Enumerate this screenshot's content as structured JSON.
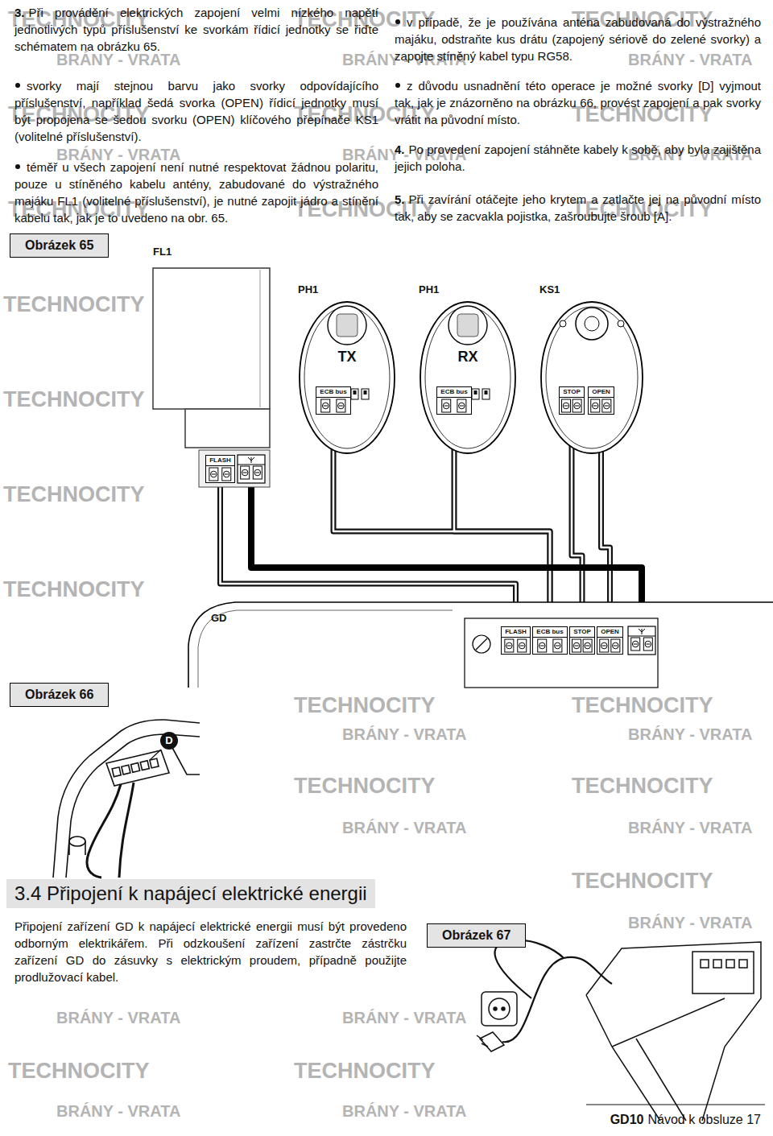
{
  "diagram": {
    "nodes": [
      {
        "text": [
          "Obrázek 65"
        ]
      },
      {
        "text": [
          "FL1"
        ]
      },
      {
        "text": [
          "FLASH"
        ],
        "in": 1
      },
      {
        "text": [
          "PH1",
          "TX"
        ]
      },
      {
        "text": [
          "ECB bus"
        ],
        "in": 3
      },
      {
        "text": [
          "PH1",
          "RX"
        ]
      },
      {
        "text": [
          "ECB bus"
        ],
        "in": 5
      },
      {
        "text": [
          "KS1"
        ]
      },
      {
        "text": [
          "STOP"
        ],
        "in": 7
      },
      {
        "text": [
          "OPEN"
        ],
        "in": 7
      },
      {
        "text": [
          "GD"
        ]
      },
      {
        "text": [
          "FLASH"
        ],
        "in": 10
      },
      {
        "text": [
          "ECB bus"
        ],
        "in": 10
      },
      {
        "text": [
          "STOP"
        ],
        "in": 10
      },
      {
        "text": [
          "OPEN"
        ],
        "in": 10
      },
      {
        "text": [
          "Obrázek 66"
        ]
      },
      {
        "text": [
          "Obrázek 67"
        ]
      }
    ],
    "edges": [
      {
        "from": 2,
        "to": 11,
        "arrow": "none"
      },
      {
        "from": 4,
        "to": 12,
        "arrow": "none"
      },
      {
        "from": 6,
        "to": 12,
        "arrow": "none"
      },
      {
        "from": 8,
        "to": 13,
        "arrow": "none"
      },
      {
        "from": 9,
        "to": 14,
        "arrow": "none"
      }
    ],
    "labels": [
      "3.",
      "Při provádění elektrických zapojení velmi nízkého napětí jednotlivých typů příslušenství ke svorkám řídicí jednotky se řiďte schématem na obrázku 65.",
      "svorky mají stejnou barvu jako svorky odpovídajícího příslušenství, například šedá svorka (OPEN) řídicí jednotky musí být propojena se šedou svorku (OPEN) klíčového přepínače KS1 (volitelné příslušenství).",
      "téměř u všech zapojení není nutné respektovat žádnou polaritu, pouze u stíněného kabelu antény, zabudované do výstražného majáku FL1 (volitelné příslušenství), je nutné zapojit jádro a stínění kabelu tak, jak je to uvedeno na obr. 65.",
      "v případě, že je používána anténa zabudovaná do výstražného majáku, odstraňte kus drátu (zapojený sériově do zelené svorky) a zapojte stíněný kabel typu RG58.",
      "z důvodu usnadnění této operace je možné svorky [D] vyjmout tak, jak je znázorněno na obrázku 66, provést zapojení a pak svorky vrátit na původní místo.",
      "4.",
      "Po provedení zapojení stáhněte kabely k sobě, aby byla zajištěna jejich poloha.",
      "5.",
      "Při zavírání otáčejte jeho krytem a zatlačte jej na původní místo tak, aby se zacvakla pojistka, zašroubujte šroub [A].",
      "D",
      "3.4 Připojení k napájecí elektrické energii",
      "Připojení zařízení GD k napájecí elektrické energii musí být provedeno odborným elektrikářem. Při odzkoušení zařízení zastrčte zástrčku zařízení GD do zásuvky s elektrickým proudem, případně použijte prodlužovací kabel.",
      "GD10",
      "Návod k obsluze 17",
      "TECHNOCITY",
      "TECHNOCITY",
      "TECHNOCITY",
      "BRÁNY - VRATA",
      "BRÁNY - VRATA",
      "BRÁNY - VRATA",
      "TECHNOCITY",
      "TECHNOCITY",
      "TECHNOCITY",
      "BRÁNY - VRATA",
      "BRÁNY - VRATA",
      "BRÁNY - VRATA",
      "TECHNOCITY",
      "TECHNOCITY",
      "TECHNOCITY",
      "TECHNOCITY",
      "TECHNOCITY",
      "TECHNOCITY",
      "TECHNOCITY",
      "TECHNOCITY",
      "TECHNOCITY",
      "BRÁNY - VRATA",
      "BRÁNY - VRATA",
      "TECHNOCITY",
      "TECHNOCITY",
      "BRÁNY - VRATA",
      "BRÁNY - VRATA",
      "TECHNOCITY",
      "BRÁNY - VRATA",
      "BRÁNY - VRATA",
      "BRÁNY - VRATA",
      "TECHNOCITY",
      "TECHNOCITY",
      "BRÁNY - VRATA",
      "BRÁNY - VRATA"
    ]
  }
}
